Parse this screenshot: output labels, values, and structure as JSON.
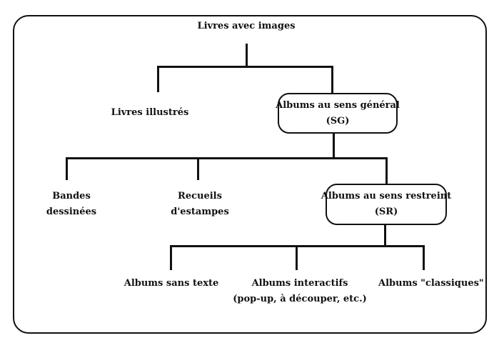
{
  "diagram": {
    "root": {
      "label": "Livres  avec images"
    },
    "level1": {
      "left": {
        "label": "Livres  illustrés"
      },
      "right": {
        "line1": "Albums au sens général",
        "line2": "(SG)"
      }
    },
    "level2": {
      "bandes": {
        "line1": "Bandes",
        "line2": "dessinées"
      },
      "recueils": {
        "line1": "Recueils",
        "line2": "d'estampes"
      },
      "restreint": {
        "line1": "Albums au sens restreint",
        "line2": "(SR)"
      }
    },
    "level3": {
      "sans_texte": {
        "label": "Albums sans texte"
      },
      "interactifs": {
        "line1": "Albums interactifs",
        "line2": "(pop-up, à  découper, etc.)"
      },
      "classiques": {
        "label": "Albums \"classiques\""
      }
    }
  }
}
